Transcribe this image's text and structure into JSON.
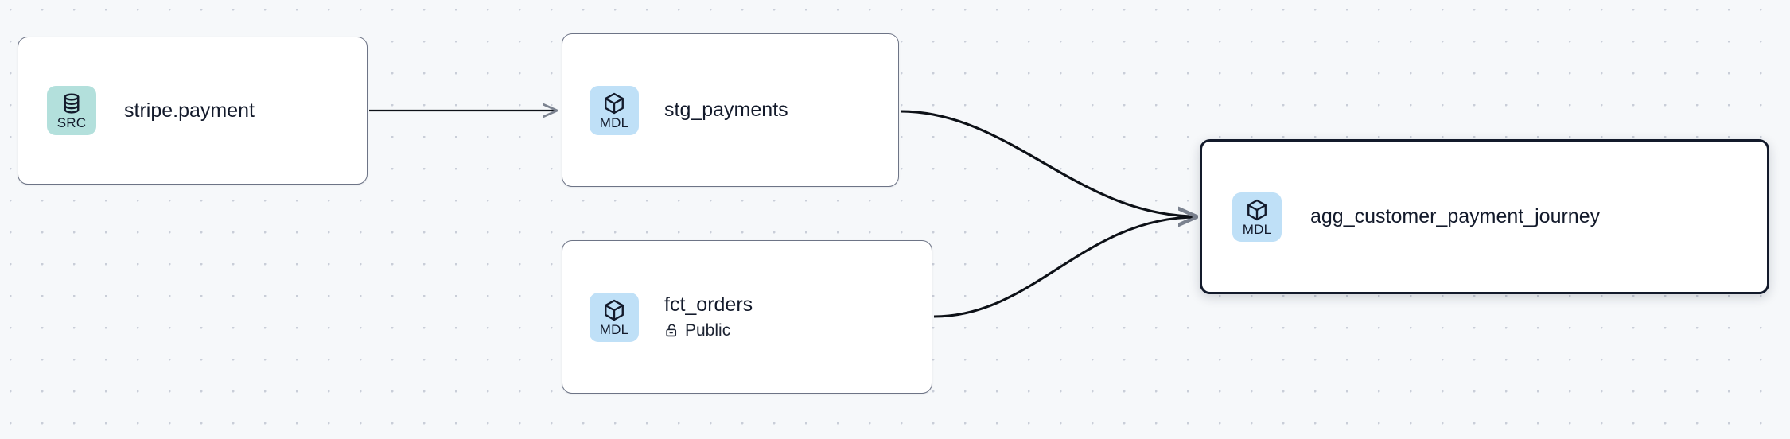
{
  "canvas": {
    "background_color": "#f6f8fa",
    "dot_color": "#c9ced8",
    "grid_spacing": 40
  },
  "graph": {
    "type": "lineage-dag",
    "nodes": [
      {
        "id": "stripe_payment",
        "label": "stripe.payment",
        "badge_label": "SRC",
        "badge_icon": "database-icon",
        "badge_color": "#b3e0dc",
        "subtitle": null,
        "selected": false
      },
      {
        "id": "stg_payments",
        "label": "stg_payments",
        "badge_label": "MDL",
        "badge_icon": "cube-icon",
        "badge_color": "#bfe0f7",
        "subtitle": null,
        "selected": false
      },
      {
        "id": "fct_orders",
        "label": "fct_orders",
        "badge_label": "MDL",
        "badge_icon": "cube-icon",
        "badge_color": "#bfe0f7",
        "subtitle": "Public",
        "subtitle_icon": "unlock-icon",
        "selected": false
      },
      {
        "id": "agg_customer_payment_journey",
        "label": "agg_customer_payment_journey",
        "badge_label": "MDL",
        "badge_icon": "cube-icon",
        "badge_color": "#bfe0f7",
        "subtitle": null,
        "selected": true
      }
    ],
    "edges": [
      {
        "from": "stripe_payment",
        "to": "stg_payments",
        "style": "straight"
      },
      {
        "from": "stg_payments",
        "to": "agg_customer_payment_journey",
        "style": "bezier"
      },
      {
        "from": "fct_orders",
        "to": "agg_customer_payment_journey",
        "style": "bezier"
      }
    ],
    "edge_color": "#0d1117",
    "selected_border_color": "#131a2b",
    "node_border_color": "#6d7486"
  }
}
